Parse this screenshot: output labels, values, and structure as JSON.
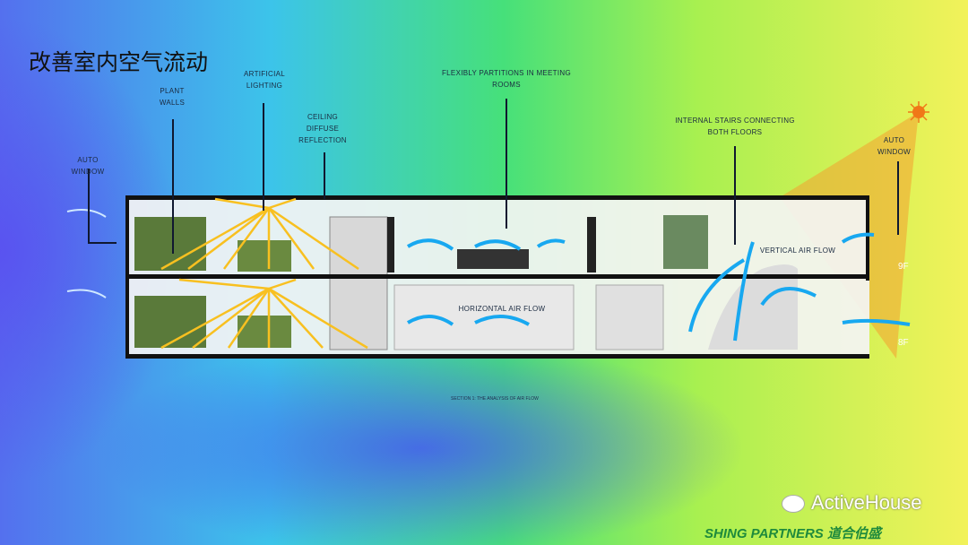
{
  "title": "改善室内空气流动",
  "labels": {
    "auto_window_left": "AUTO\nWINDOW",
    "plant_walls": "PLANT\nWALLS",
    "artificial_lighting": "ARTIFICIAL\nLIGHTING",
    "ceiling": "CEILING\nDIFFUSE\nREFLECTION",
    "partitions": "FLEXIBLY PARTITIONS IN MEETING\nROOMS",
    "stairs": "INTERNAL STAIRS CONNECTING\nBOTH FLOORS",
    "auto_window_right": "AUTO\nWINDOW",
    "vertical_flow": "VERTICAL AIR FLOW",
    "horizontal_flow": "HORIZONTAL AIR FLOW",
    "floor_9": "9F",
    "floor_8": "8F"
  },
  "caption": "SECTION 1: THE ANALYSIS OF AIR FLOW",
  "footer": {
    "logo": "SHING PARTNERS 道合伯盛",
    "watermark": "ActiveHouse"
  },
  "colors": {
    "airflow": "#18a8f0",
    "light": "#f8c020",
    "sun": "#f09020"
  }
}
